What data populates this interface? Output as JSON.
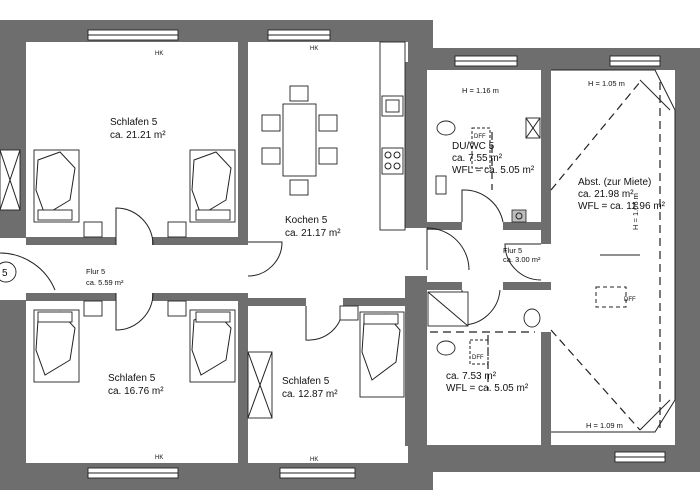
{
  "rooms": {
    "schlafen_top": {
      "name": "Schlafen 5",
      "area": "ca. 21.21 m²"
    },
    "kochen": {
      "name": "Kochen 5",
      "area": "ca. 21.17 m²"
    },
    "duwc": {
      "name": "DU/WC 5",
      "area": "ca. 7.55 m²",
      "wfl": "WFL = ca. 5.05 m²",
      "height": "H = 1.16 m"
    },
    "abst": {
      "name": "Abst. (zur Miete)",
      "area": "ca. 21.98 m²",
      "wfl": "WFL = ca. 11.96 m²",
      "height_top": "H = 1.05 m",
      "height_right": "H = 1.06 m",
      "height_bottom": "H = 1.09 m"
    },
    "flur_left": {
      "name": "Flur 5",
      "area": "ca. 5.59 m²"
    },
    "flur_right": {
      "name": "Flur 5",
      "area": "ca. 3.00 m²"
    },
    "bath2": {
      "area": "ca. 7.53 m²",
      "wfl": "WFL = ca. 5.05 m²"
    },
    "schlafen_bl": {
      "name": "Schlafen 5",
      "area": "ca. 16.76 m²"
    },
    "schlafen_bm": {
      "name": "Schlafen 5",
      "area": "ca. 12.87 m²"
    }
  },
  "marks": {
    "hk": "HK",
    "dff": "DFF",
    "unit": "5"
  }
}
